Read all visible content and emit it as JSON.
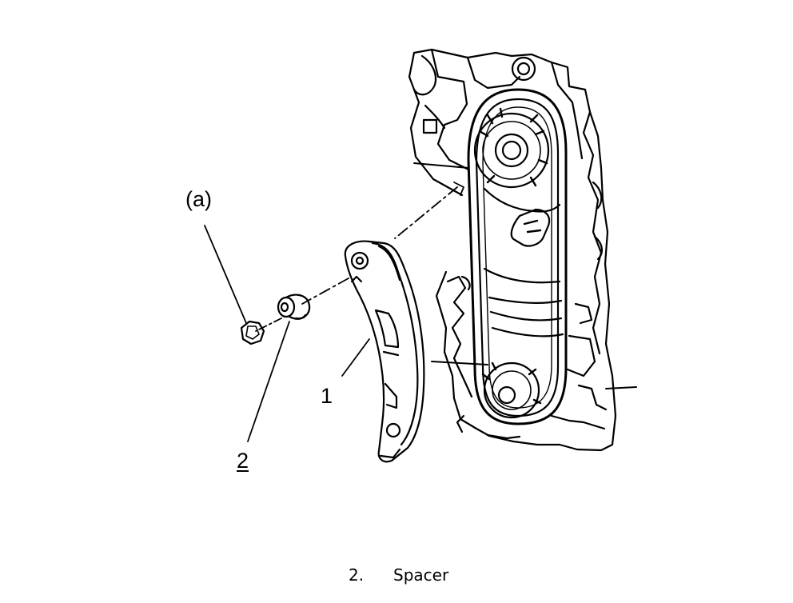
{
  "callouts": {
    "a": "(a)",
    "one": "1",
    "two": "2"
  },
  "caption": {
    "number": "2.",
    "text": "Spacer"
  }
}
